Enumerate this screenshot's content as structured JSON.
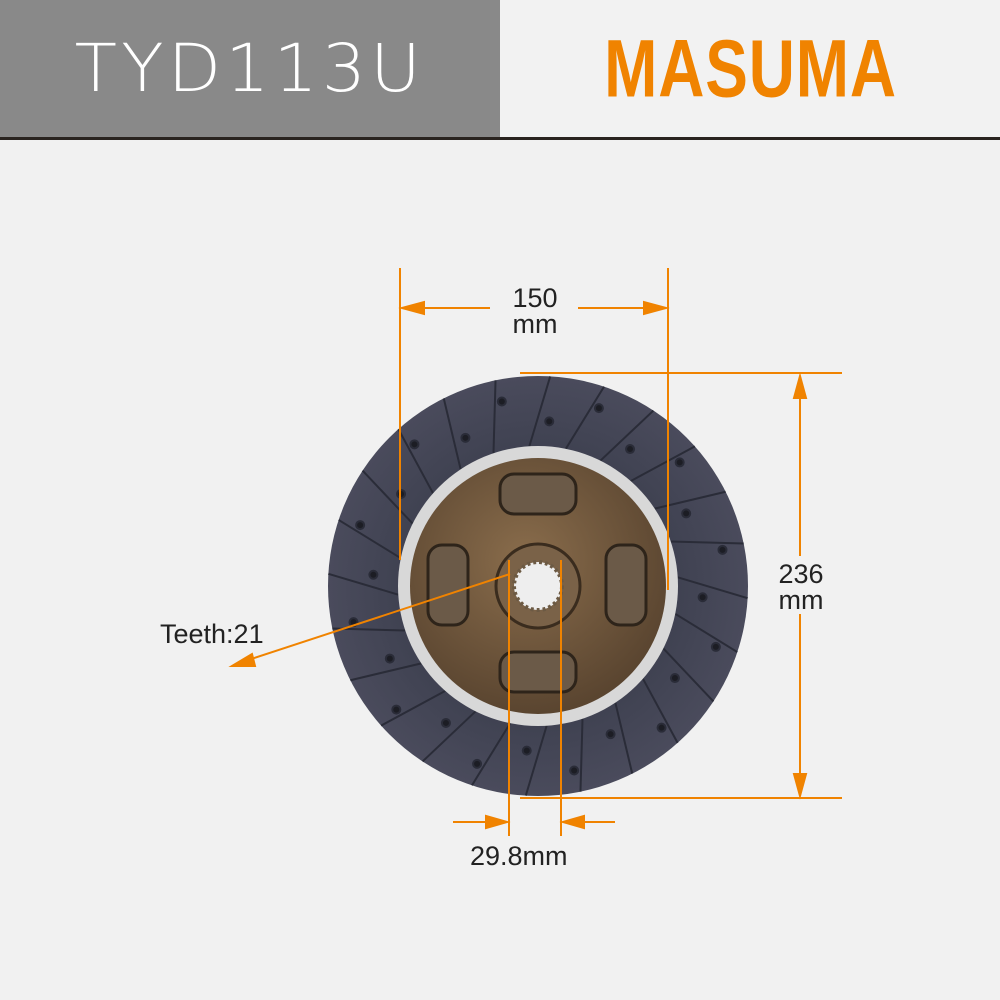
{
  "header": {
    "part_number": "TYD113U",
    "brand": "MASUMA"
  },
  "dimensions": {
    "inner_diameter": {
      "value": "150",
      "unit": "mm"
    },
    "outer_diameter": {
      "value": "236",
      "unit": "mm"
    },
    "teeth": "Teeth:21",
    "spline_diameter": "29.8mm"
  },
  "colors": {
    "accent": "#f08300",
    "header_gray": "#898989"
  }
}
